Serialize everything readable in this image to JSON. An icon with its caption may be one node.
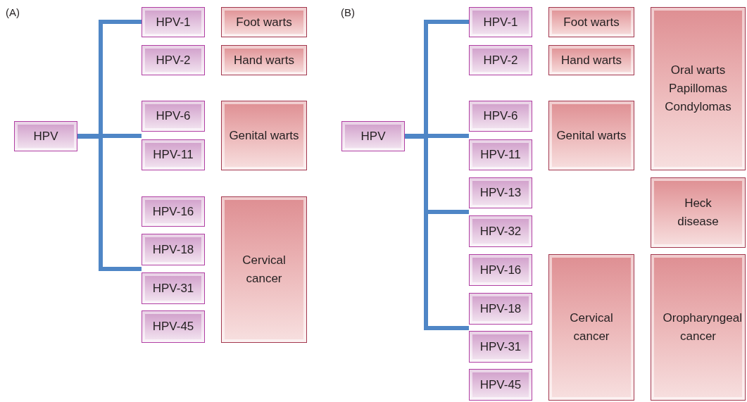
{
  "diagram": {
    "nodes": [
      {
        "text": [
          "HPV"
        ]
      },
      {
        "text": [
          "HPV-1"
        ]
      },
      {
        "text": [
          "HPV-2"
        ]
      },
      {
        "text": [
          "HPV-6"
        ]
      },
      {
        "text": [
          "HPV-11"
        ]
      },
      {
        "text": [
          "HPV-16"
        ]
      },
      {
        "text": [
          "HPV-18"
        ]
      },
      {
        "text": [
          "HPV-31"
        ]
      },
      {
        "text": [
          "HPV-45"
        ]
      },
      {
        "text": [
          "Foot warts"
        ]
      },
      {
        "text": [
          "Hand warts"
        ]
      },
      {
        "text": [
          "Genital warts"
        ]
      },
      {
        "text": [
          "Cervical cancer"
        ]
      },
      {
        "text": [
          "HPV"
        ]
      },
      {
        "text": [
          "HPV-1"
        ]
      },
      {
        "text": [
          "HPV-2"
        ]
      },
      {
        "text": [
          "HPV-6"
        ]
      },
      {
        "text": [
          "HPV-11"
        ]
      },
      {
        "text": [
          "HPV-13"
        ]
      },
      {
        "text": [
          "HPV-32"
        ]
      },
      {
        "text": [
          "HPV-16"
        ]
      },
      {
        "text": [
          "HPV-18"
        ]
      },
      {
        "text": [
          "HPV-31"
        ]
      },
      {
        "text": [
          "HPV-45"
        ]
      },
      {
        "text": [
          "Foot warts"
        ]
      },
      {
        "text": [
          "Hand warts"
        ]
      },
      {
        "text": [
          "Genital warts"
        ]
      },
      {
        "text": [
          "Oral warts",
          "Papillomas",
          "Condylomas"
        ]
      },
      {
        "text": [
          "Heck disease"
        ]
      },
      {
        "text": [
          "Cervical cancer"
        ]
      },
      {
        "text": [
          "Oropharyngeal cancer"
        ]
      }
    ],
    "edges": [
      {
        "from": 0,
        "to": 1,
        "arrow": "none"
      },
      {
        "from": 0,
        "to": 3,
        "arrow": "none"
      },
      {
        "from": 0,
        "to": 4,
        "arrow": "none"
      },
      {
        "from": 0,
        "to": 6,
        "arrow": "none"
      },
      {
        "from": 0,
        "to": 7,
        "arrow": "none"
      },
      {
        "from": 13,
        "to": 14,
        "arrow": "none"
      },
      {
        "from": 13,
        "to": 16,
        "arrow": "none"
      },
      {
        "from": 13,
        "to": 17,
        "arrow": "none"
      },
      {
        "from": 13,
        "to": 18,
        "arrow": "none"
      },
      {
        "from": 13,
        "to": 19,
        "arrow": "none"
      },
      {
        "from": 13,
        "to": 21,
        "arrow": "none"
      },
      {
        "from": 13,
        "to": 22,
        "arrow": "none"
      }
    ],
    "labels": [
      "(A)",
      "(B)"
    ]
  }
}
